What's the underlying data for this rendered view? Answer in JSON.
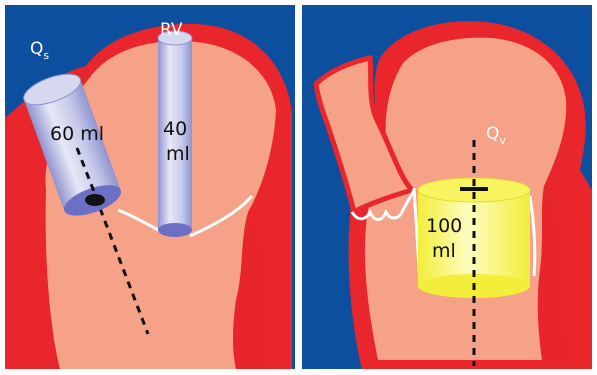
{
  "labels": {
    "qs_main": "Q",
    "qs_sub": "s",
    "rv": "RV",
    "qv_main": "Q",
    "qv_sub": "v"
  },
  "volumes": {
    "left_cylinder": {
      "value_line": "60 ml"
    },
    "rv_cylinder": {
      "line1": "40",
      "line2": "ml"
    },
    "lv_cylinder": {
      "line1": "100",
      "line2": "ml"
    }
  },
  "colors": {
    "background": "#0b4f9e",
    "heart_wall": "#e8262b",
    "heart_chamber": "#f6a288",
    "cylinder_glass": "#b9bde4",
    "cylinder_base": "#6c70c4",
    "lv_cylinder": "#f7f45f",
    "dashed_line": "#111111",
    "valve_line": "#ffffff"
  }
}
